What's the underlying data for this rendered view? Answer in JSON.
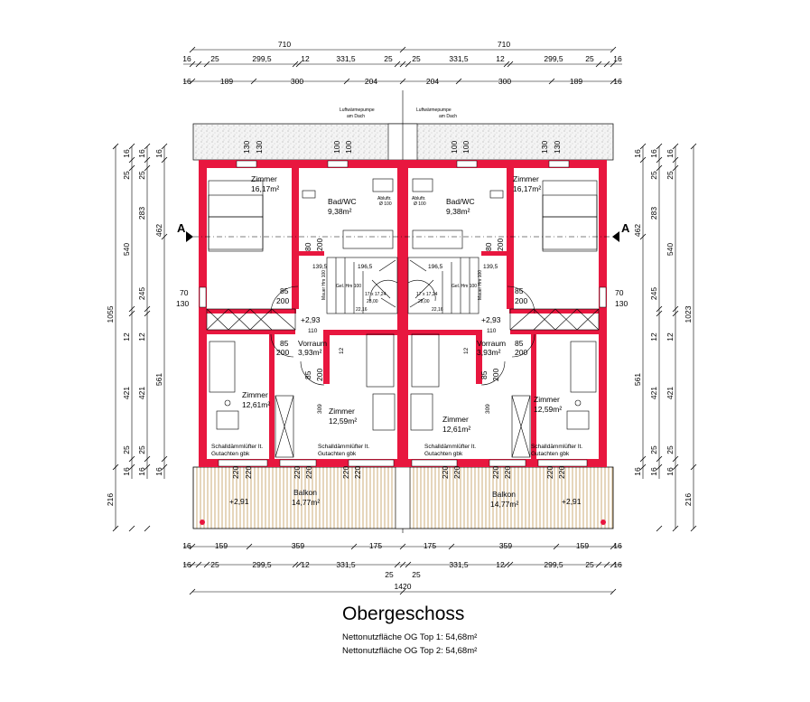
{
  "plan": {
    "title": "Obergeschoss",
    "area_top1": "Nettonutzfläche OG Top 1: 54,68m²",
    "area_top2": "Nettonutzfläche OG Top 2: 54,68m²"
  },
  "dims_top": {
    "row1": [
      "710",
      "710"
    ],
    "row2": [
      "16",
      "25",
      "299,5",
      "12",
      "331,5",
      "25",
      "25",
      "331,5",
      "12",
      "299,5",
      "25",
      "16"
    ],
    "row3": [
      "16",
      "189",
      "300",
      "204",
      "204",
      "300",
      "189",
      "16"
    ]
  },
  "dims_bottom": {
    "row1": [
      "16",
      "159",
      "359",
      "175",
      "175",
      "359",
      "159",
      "16"
    ],
    "row2": [
      "16",
      "25",
      "299,5",
      "12",
      "331,5",
      "25",
      "25",
      "331,5",
      "12",
      "299,5",
      "25",
      "16"
    ],
    "row3": [
      "1420"
    ]
  },
  "dims_left": {
    "total": "1055",
    "col_a": [
      "16",
      "25",
      "540",
      "12",
      "421",
      "25",
      "16",
      "216"
    ],
    "col_b": [
      "16",
      "25",
      "283",
      "245",
      "12",
      "421",
      "25",
      "16"
    ],
    "col_c": [
      "16",
      "462",
      "561",
      "16"
    ]
  },
  "dims_right": {
    "total": "1023",
    "col_a": [
      "16",
      "25",
      "540",
      "12",
      "421",
      "25",
      "16",
      "216"
    ],
    "col_b": [
      "16",
      "25",
      "283",
      "245",
      "12",
      "421",
      "25",
      "16"
    ],
    "col_c": [
      "16",
      "462",
      "561",
      "16"
    ]
  },
  "section_marker": "A",
  "roof_note": [
    "Luftwärmepumpe",
    "am Dach"
  ],
  "rooms": {
    "zimmer_top": [
      "Zimmer",
      "16,17m²"
    ],
    "bad": [
      "Bad/WC",
      "9,38m²"
    ],
    "vorraum": [
      "Vorraum",
      "3,93m²"
    ],
    "zimmer_bl": [
      "Zimmer",
      "12,61m²"
    ],
    "zimmer_bm": [
      "Zimmer",
      "12,59m²"
    ],
    "balkon": [
      "Balkon",
      "14,77m²"
    ],
    "schall": [
      "Schalldämmlüfter lt.",
      "Gutachten gbk"
    ],
    "level_balkon": "+2,91",
    "level_floor": "+2,93"
  },
  "openings": {
    "window_130": "130",
    "window_100": "100",
    "door_85": "85",
    "door_200": "200",
    "door_80": "80",
    "wall_70": "70",
    "wall_110": "110",
    "wall_12": "12",
    "wall_220": "220",
    "stair_1395": "139,5",
    "stair_1965": "196,5",
    "stair_309": "309",
    "stair_221": "22,16",
    "stair_2800": "28,00",
    "stair_17": "17 x 17,24",
    "mauer": "Mauer Hm 100",
    "gel": "Gel. Hm 100",
    "abl": "Abluftr.",
    "abl_d": "Ø 100"
  },
  "colors": {
    "wall": "#e8173f",
    "hatch": "#c8a36a"
  }
}
